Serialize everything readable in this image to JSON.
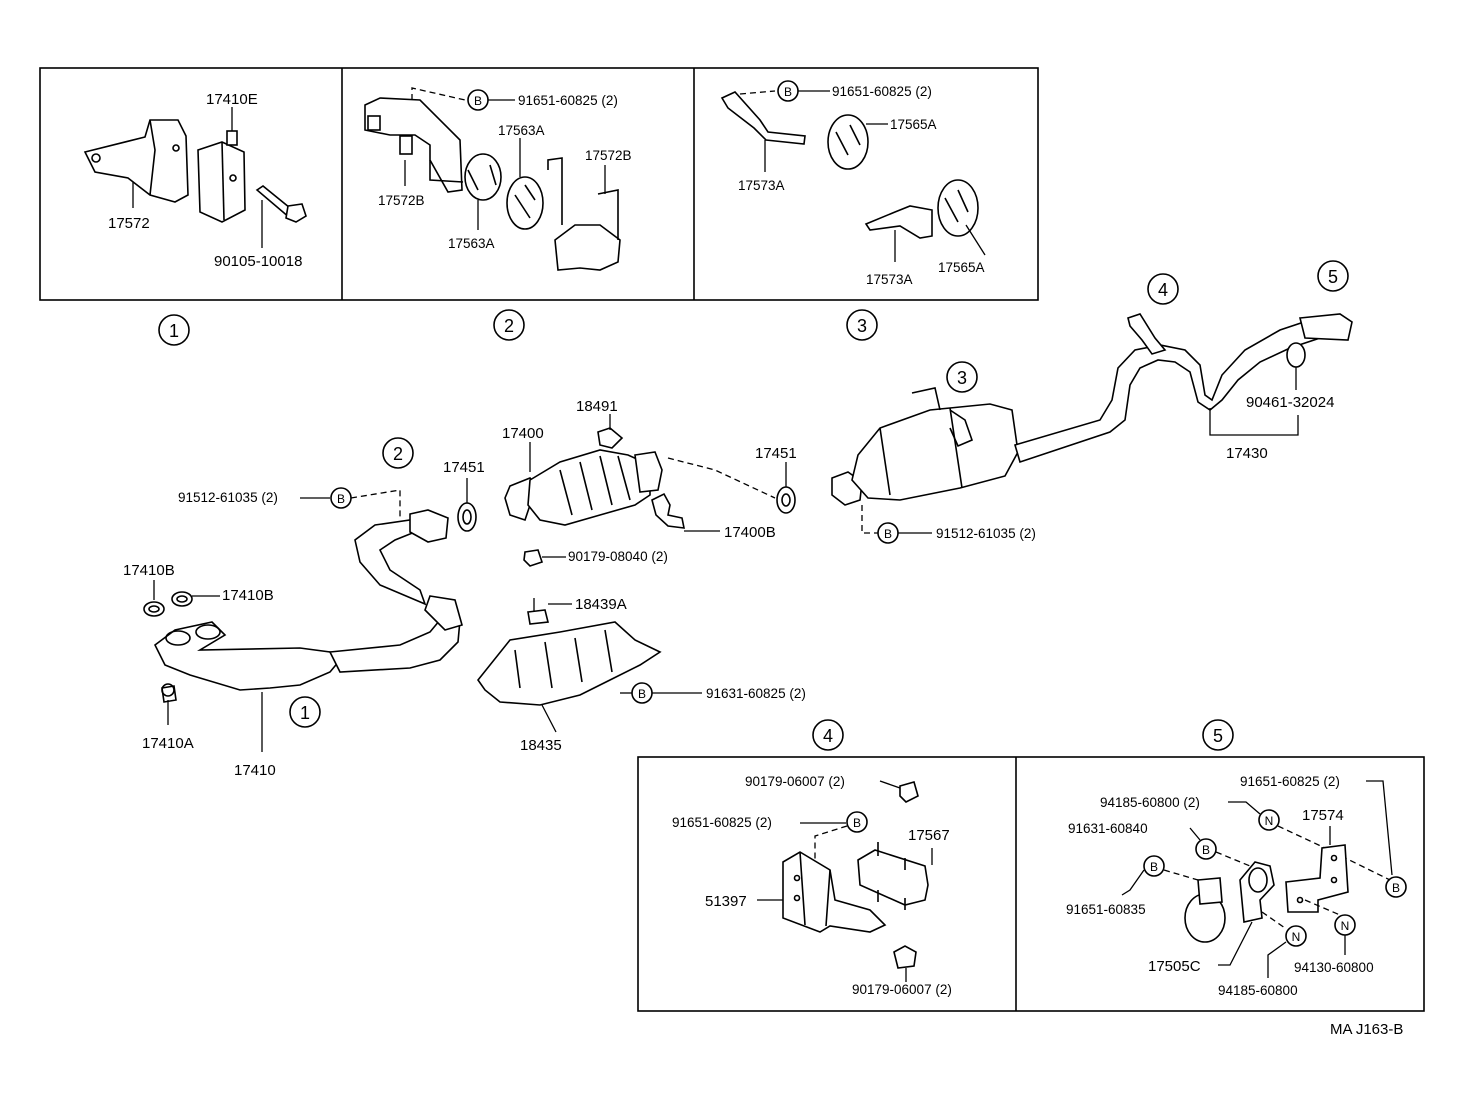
{
  "boxes": {
    "box1_labels": [
      "17410E",
      "17572",
      "90105-10018"
    ],
    "box2_labels": [
      "91651-60825 (2)",
      "17563A",
      "17572B",
      "17572B",
      "17563A"
    ],
    "box3_labels": [
      "91651-60825 (2)",
      "17565A",
      "17573A",
      "17573A",
      "17565A"
    ],
    "box4_labels": [
      "90179-06007 (2)",
      "91651-60825 (2)",
      "17567",
      "51397",
      "90179-06007 (2)"
    ],
    "box5_labels": [
      "91651-60825 (2)",
      "94185-60800 (2)",
      "17574",
      "91631-60840",
      "91651-60835",
      "94130-60800",
      "17505C",
      "94185-60800"
    ]
  },
  "circled": {
    "one": "1",
    "two": "2",
    "three": "3",
    "four": "4",
    "five": "5"
  },
  "badges": {
    "b": "B",
    "n": "N"
  },
  "main_labels": {
    "p17410B_a": "17410B",
    "p17410B_b": "17410B",
    "p17410A": "17410A",
    "p17410": "17410",
    "p91512_left": "91512-61035 (2)",
    "p17451_left": "17451",
    "p17400": "17400",
    "p18491": "18491",
    "p17451_right": "17451",
    "p17400B": "17400B",
    "p90179_08040": "90179-08040 (2)",
    "p18439A": "18439A",
    "p91631": "91631-60825 (2)",
    "p18435": "18435",
    "p91512_right": "91512-61035 (2)",
    "p90461": "90461-32024",
    "p17430": "17430"
  },
  "footer_code": "MA  J163-B"
}
